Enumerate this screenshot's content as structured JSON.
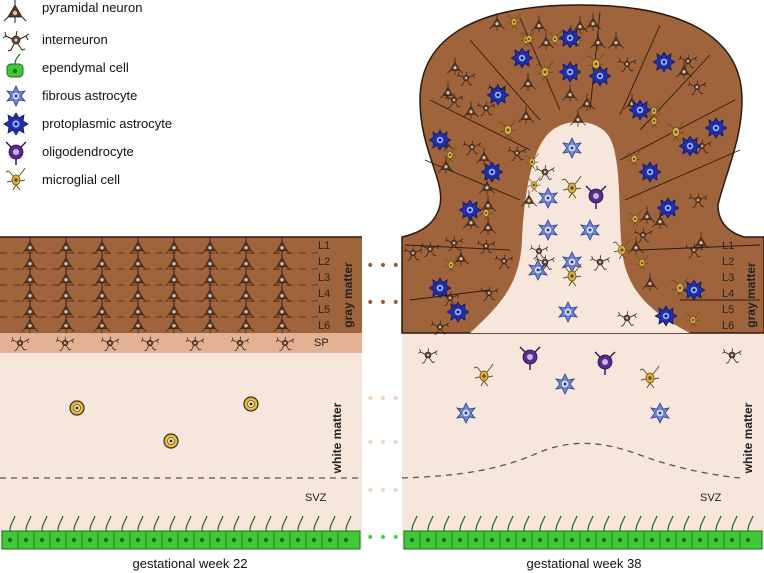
{
  "legend": {
    "items": [
      {
        "label": "pyramidal neuron",
        "icon": "pyramidal-neuron-icon"
      },
      {
        "label": "interneuron",
        "icon": "interneuron-icon"
      },
      {
        "label": "ependymal cell",
        "icon": "ependymal-cell-icon"
      },
      {
        "label": "fibrous astrocyte",
        "icon": "fibrous-astrocyte-icon"
      },
      {
        "label": "protoplasmic astrocyte",
        "icon": "protoplasmic-astrocyte-icon"
      },
      {
        "label": "oligodendrocyte",
        "icon": "oligodendrocyte-icon"
      },
      {
        "label": "microglial cell",
        "icon": "microglial-cell-icon"
      }
    ]
  },
  "layers": [
    "L1",
    "L2",
    "L3",
    "L4",
    "L5",
    "L6"
  ],
  "labels": {
    "gray_matter": "gray matter",
    "white_matter": "white matter",
    "sp": "SP",
    "svz": "SVZ"
  },
  "panels": {
    "left_caption": "gestational week 22",
    "right_caption": "gestational week 38"
  },
  "colors": {
    "gray_matter": "#a0643c",
    "subplate": "#e3b294",
    "white_matter": "#f7e6dc",
    "ependymal": "#3fc93a",
    "pyramidal": "#5a3a26",
    "interneuron": "#6b4a36",
    "fibrous_astrocyte": "#6f86d6",
    "protoplasmic_astrocyte": "#1f2fa8",
    "oligodendrocyte": "#5b2a8c",
    "microglia": "#d8b24a",
    "dots_brown": "#9a5a2e",
    "dots_light": "#f0d2be",
    "dots_green": "#3fd43a"
  }
}
